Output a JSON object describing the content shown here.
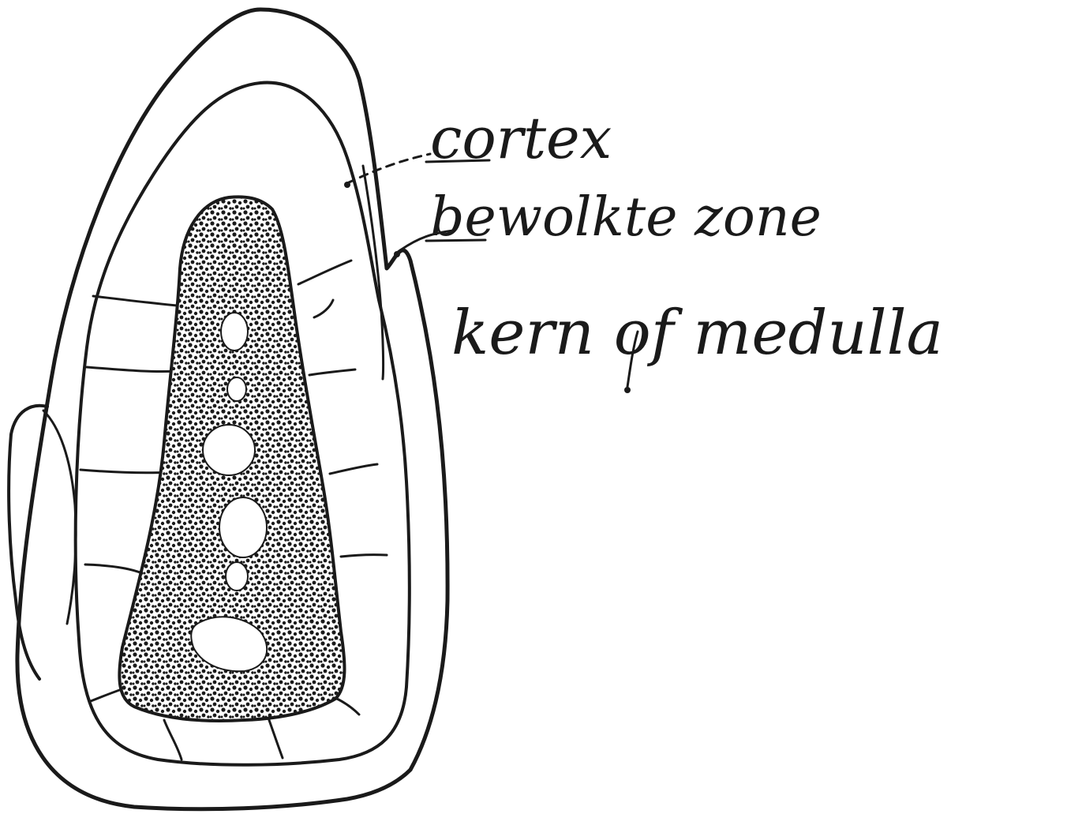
{
  "labels": {
    "cortex": "cortex",
    "cloudy_zone": "bewolkte zone",
    "medulla": "kern of medulla"
  },
  "colors": {
    "ink": "#1a1a1a",
    "paper": "#ffffff"
  }
}
